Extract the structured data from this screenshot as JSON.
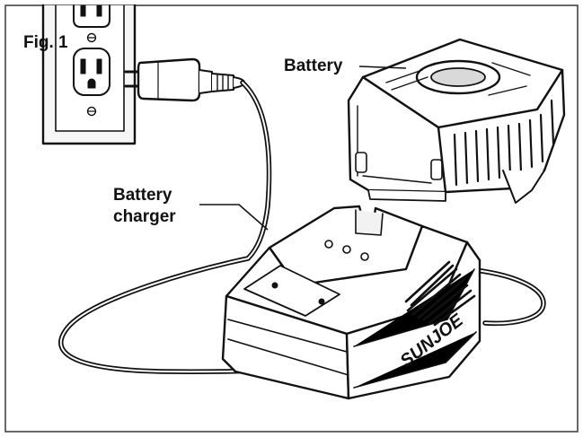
{
  "figure": {
    "fig_label": "Fig. 1",
    "battery_label": "Battery",
    "charger_label_line1": "Battery",
    "charger_label_line2": "charger",
    "brand_text": "SUNJOE"
  },
  "colors": {
    "ink": "#111111",
    "paper": "#ffffff",
    "frame": "#444444",
    "shade": "#d9d9d9"
  }
}
